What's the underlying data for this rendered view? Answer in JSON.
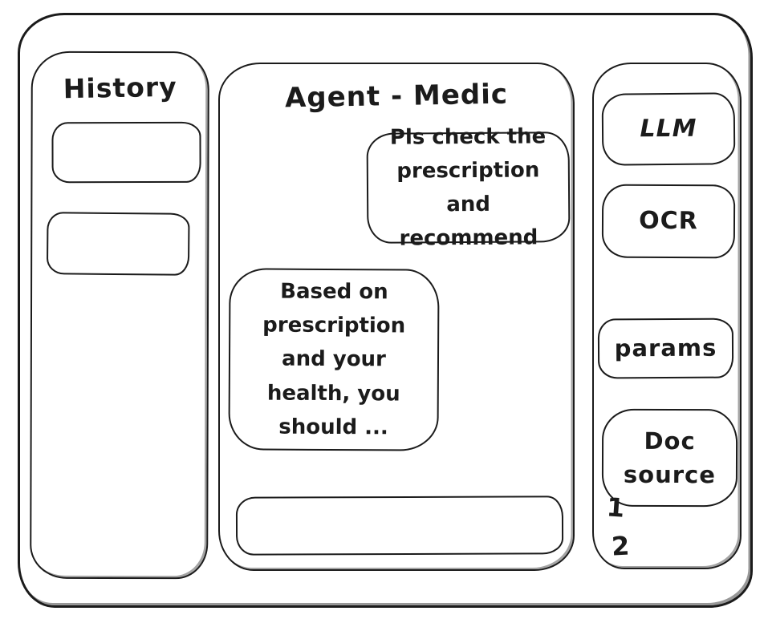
{
  "app": {
    "background": "#ffffff",
    "ink_color": "#1b1b1b"
  },
  "history_panel": {
    "title": "History",
    "items": [
      {
        "label": ""
      },
      {
        "label": ""
      }
    ]
  },
  "chat_panel": {
    "title": "Agent - Medic",
    "messages": [
      {
        "role": "user",
        "align": "right",
        "text": "Pls check the prescription and recommend"
      },
      {
        "role": "assistant",
        "align": "left",
        "text": "Based on prescription and your health, you should ..."
      }
    ],
    "input": {
      "value": "",
      "placeholder": ""
    }
  },
  "tools_panel": {
    "buttons": [
      {
        "id": "llm",
        "label": "LLM"
      },
      {
        "id": "ocr",
        "label": "OCR"
      },
      {
        "id": "params",
        "label": "params"
      },
      {
        "id": "doc-source",
        "label": "Doc source"
      }
    ],
    "doc_source_items": [
      "1",
      "2"
    ]
  }
}
